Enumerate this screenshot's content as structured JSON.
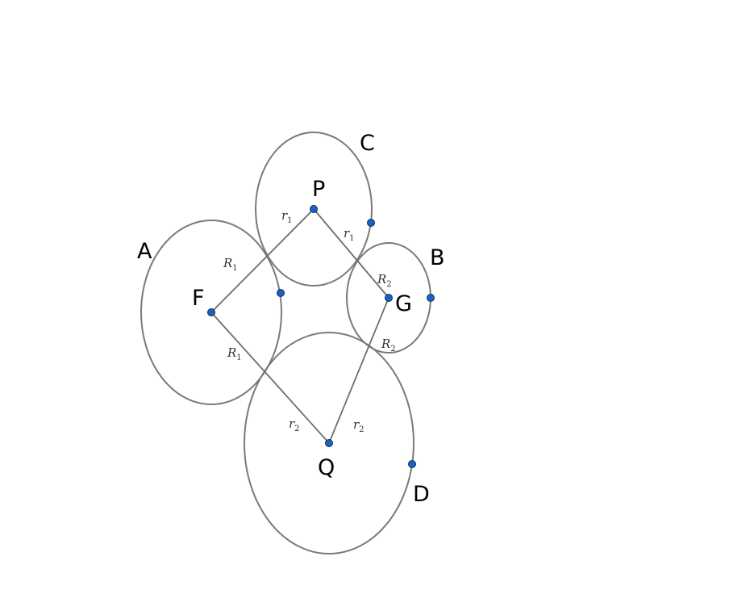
{
  "diagram": {
    "colors": {
      "circle": "#7a7a7a",
      "segment": "#6e6e6e",
      "point": "#1565c0",
      "label": "#000000"
    },
    "circles": [
      {
        "name": "A",
        "label": "A"
      },
      {
        "name": "C",
        "label": "C"
      },
      {
        "name": "B",
        "label": "B"
      },
      {
        "name": "D",
        "label": "D"
      }
    ],
    "centers": [
      {
        "name": "F",
        "label": "F"
      },
      {
        "name": "P",
        "label": "P"
      },
      {
        "name": "G",
        "label": "G"
      },
      {
        "name": "Q",
        "label": "Q"
      }
    ],
    "segments": [
      {
        "from": "F",
        "to": "P",
        "label": {
          "var": "R",
          "sub": "1"
        }
      },
      {
        "from": "P",
        "to": "G",
        "label": {
          "var": "r",
          "sub": "1"
        }
      },
      {
        "from": "F",
        "to": "Q",
        "label": {
          "var": "R",
          "sub": "1"
        }
      },
      {
        "from": "G",
        "to": "Q",
        "label": {
          "var": "R",
          "sub": "2"
        }
      }
    ],
    "radius_labels": [
      {
        "var": "r",
        "sub": "1"
      },
      {
        "var": "R",
        "sub": "2"
      },
      {
        "var": "r",
        "sub": "2"
      },
      {
        "var": "r",
        "sub": "2"
      }
    ]
  }
}
